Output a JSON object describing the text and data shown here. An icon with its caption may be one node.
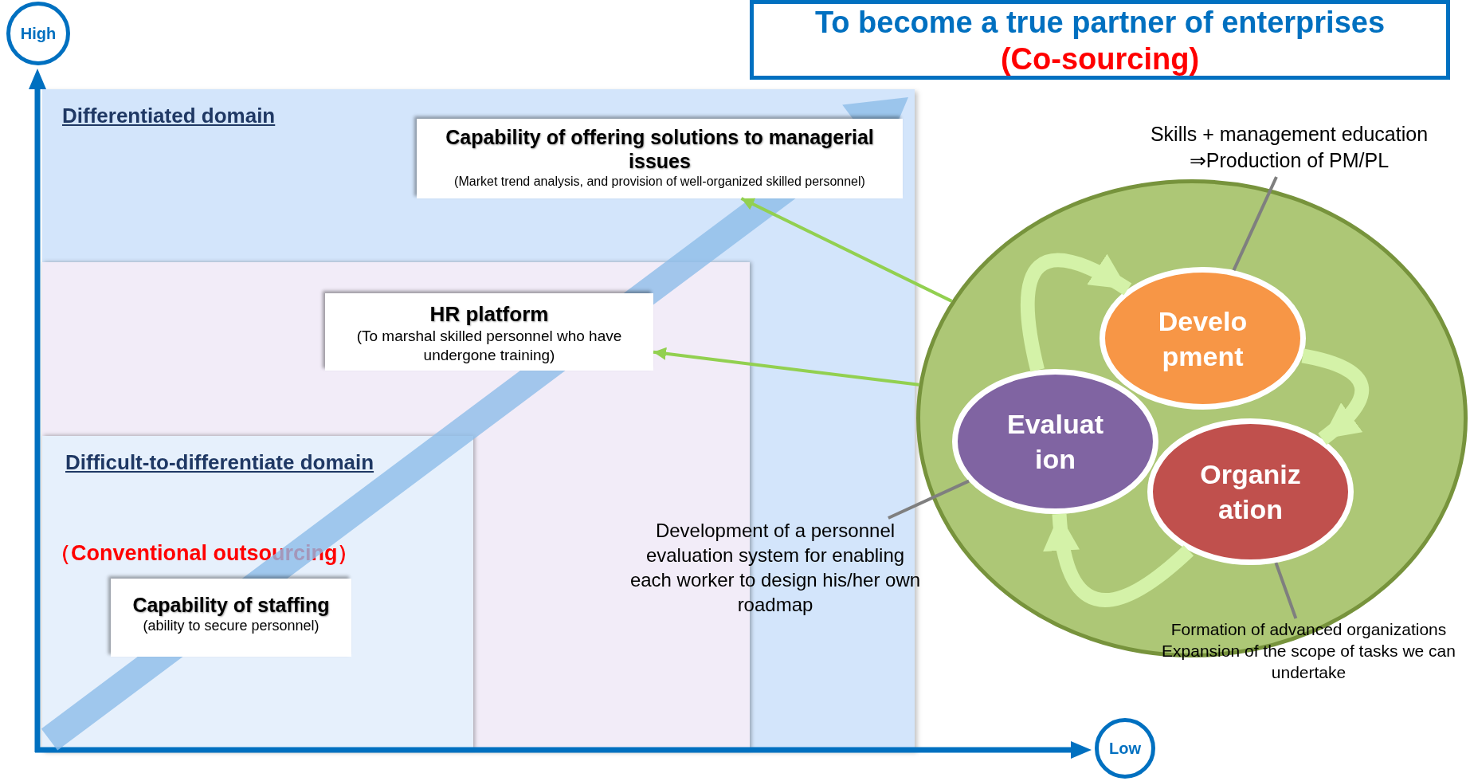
{
  "diagram": {
    "nodes": [
      {
        "text": [
          "High"
        ]
      },
      {
        "text": [
          "To become a true partner of enterprises",
          "(Co-sourcing)"
        ]
      },
      {
        "text": [
          "Differentiated domain"
        ]
      },
      {
        "text": [
          "Capability of offering solutions to managerial issues",
          "(Market trend analysis, and provision of well-organized skilled personnel)"
        ],
        "in": 2
      },
      {
        "text": [
          "Skills + management education ⇒Production of PM/PL"
        ]
      },
      {
        "text": [],
        "shape": "circle"
      },
      {
        "text": [
          "Develo pment"
        ],
        "in": 5
      },
      {
        "text": [],
        "shape": "box",
        "in": 2
      },
      {
        "text": [
          "HR platform",
          "(To marshal skilled personnel who have undergone training)"
        ],
        "in": 7
      },
      {
        "text": [
          "Evaluat ion"
        ],
        "in": 5
      },
      {
        "text": [
          "Difficult-to-differentiate domain",
          "（Conventional outsourcing）"
        ],
        "in": 7
      },
      {
        "text": [
          "Organiz ation"
        ],
        "in": 5
      },
      {
        "text": [
          "Capability of staffing",
          "(ability to secure personnel)"
        ],
        "in": 10
      },
      {
        "text": [
          "Development of a personnel evaluation system for enabling each worker to design his/her own roadmap"
        ],
        "in": 2
      },
      {
        "text": [
          "Formation of advanced organizations Expansion of the scope of tasks we can undertake"
        ]
      },
      {
        "text": [
          "Low"
        ]
      }
    ],
    "edges": [
      {
        "from": 5,
        "to": 3,
        "arrow": "to",
        "color": "#92d050"
      },
      {
        "from": 5,
        "to": 8,
        "arrow": "to",
        "color": "#92d050"
      },
      {
        "from": 9,
        "to": 6,
        "arrow": "to",
        "style": "thick",
        "color": "#d4f2a8"
      },
      {
        "from": 6,
        "to": 11,
        "arrow": "to",
        "style": "thick",
        "color": "#d4f2a8"
      },
      {
        "from": 11,
        "to": 9,
        "arrow": "to",
        "style": "thick",
        "color": "#d4f2a8"
      },
      {
        "from": 4,
        "to": 6,
        "arrow": "none",
        "color": "#7f7f7f"
      },
      {
        "from": 13,
        "to": 9,
        "arrow": "none",
        "color": "#7f7f7f"
      },
      {
        "from": 14,
        "to": 11,
        "arrow": "none",
        "color": "#7f7f7f"
      }
    ]
  }
}
